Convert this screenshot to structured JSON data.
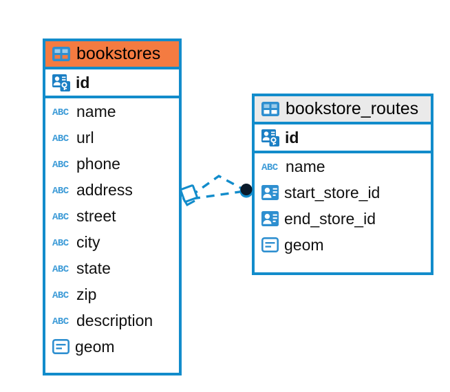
{
  "diagram": {
    "type": "entity-relationship-diagram",
    "background": "#ffffff",
    "accent_color": "#128CCB",
    "selected_header_color": "#F47B41",
    "header_color": "#EAEAEA",
    "text_color": "#111111"
  },
  "entities": [
    {
      "name": "bookstores",
      "selected": true,
      "title_icon": "table-icon",
      "primary_key": {
        "label": "id",
        "icon": "primary-key-icon"
      },
      "fields": [
        {
          "label": "name",
          "icon": "abc-text-icon"
        },
        {
          "label": "url",
          "icon": "abc-text-icon"
        },
        {
          "label": "phone",
          "icon": "abc-text-icon"
        },
        {
          "label": "address",
          "icon": "abc-text-icon"
        },
        {
          "label": "street",
          "icon": "abc-text-icon"
        },
        {
          "label": "city",
          "icon": "abc-text-icon"
        },
        {
          "label": "state",
          "icon": "abc-text-icon"
        },
        {
          "label": "zip",
          "icon": "abc-text-icon"
        },
        {
          "label": "description",
          "icon": "abc-text-icon"
        },
        {
          "label": "geom",
          "icon": "geometry-icon"
        }
      ]
    },
    {
      "name": "bookstore_routes",
      "selected": false,
      "title_icon": "table-icon",
      "primary_key": {
        "label": "id",
        "icon": "primary-key-icon"
      },
      "fields": [
        {
          "label": "name",
          "icon": "abc-text-icon"
        },
        {
          "label": "start_store_id",
          "icon": "foreign-key-icon"
        },
        {
          "label": "end_store_id",
          "icon": "foreign-key-icon"
        },
        {
          "label": "geom",
          "icon": "geometry-icon"
        }
      ]
    }
  ],
  "relationship": {
    "style": "dashed",
    "color": "#128CCB",
    "source_endpoint": "diamond-pointer-endpoint",
    "target_endpoint": "filled-circle-endpoint"
  }
}
